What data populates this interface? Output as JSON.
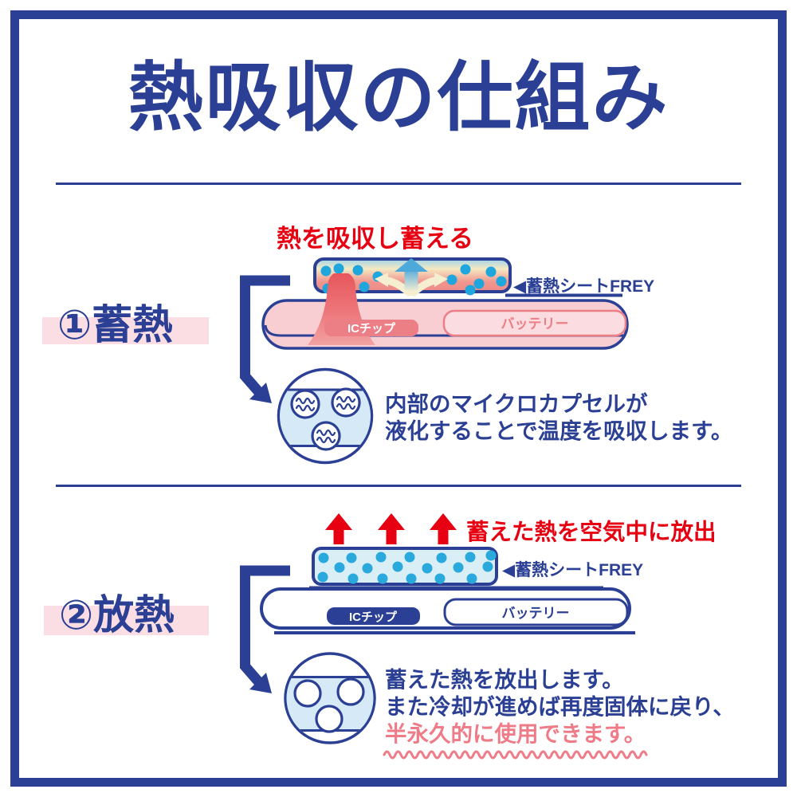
{
  "title": "熱吸収の仕組み",
  "colors": {
    "navy": "#2b4094",
    "red": "#e60012",
    "pink_accent_text": "#ee7b87",
    "salmon": "#ec7f86",
    "device_pink": "#f8ced3",
    "battery_pink": "#fbdce1",
    "label_band_pink": "#fadee4",
    "sheet_blue": "#daeef6",
    "dot_blue": "#1fa6dc",
    "circle_band_blue": "#d5e9f7"
  },
  "section1": {
    "label": "①蓄熱",
    "caption": "熱を吸収し蓄える",
    "sheet_label": "◀蓄熱シートFREY",
    "ic_chip": "ICチップ",
    "battery": "バッテリー",
    "description": [
      "内部のマイクロカプセルが",
      "液化することで温度を吸収します。"
    ]
  },
  "section2": {
    "label": "②放熱",
    "caption": "蓄えた熱を空気中に放出",
    "sheet_label": "◀蓄熱シートFREY",
    "ic_chip": "ICチップ",
    "battery": "バッテリー",
    "description": [
      "蓄えた熱を放出します。",
      "また冷却が進めば再度固体に戻り、",
      "半永久的に使用できます。"
    ]
  }
}
